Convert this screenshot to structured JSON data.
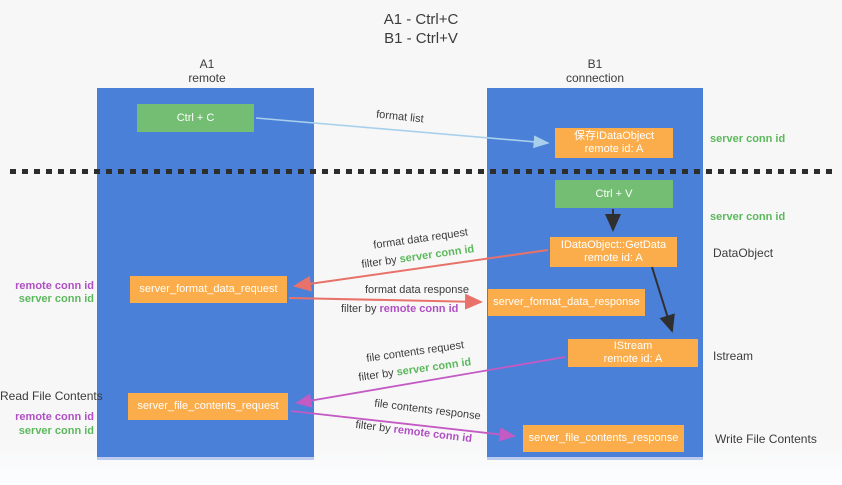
{
  "title": {
    "line1": "A1 - Ctrl+C",
    "line2": "B1 - Ctrl+V"
  },
  "lanes": {
    "left": {
      "name": "A1",
      "role": "remote"
    },
    "right": {
      "name": "B1",
      "role": "connection"
    }
  },
  "nodes": {
    "ctrl_c": {
      "label": "Ctrl + C"
    },
    "ctrl_v": {
      "label": "Ctrl + V"
    },
    "save_idataobject": {
      "line1": "保存IDataObject",
      "line2": "remote id: A"
    },
    "getdata": {
      "line1": "IDataObject::GetData",
      "line2": "remote id: A"
    },
    "istream": {
      "line1": "IStream",
      "line2": "remote id: A"
    },
    "format_request": {
      "label": "server_format_data_request"
    },
    "format_response": {
      "label": "server_format_data_response"
    },
    "file_request": {
      "label": "server_file_contents_request"
    },
    "file_response": {
      "label": "server_file_contents_response"
    }
  },
  "flow_labels": {
    "format_list": "format list",
    "format_data_request": "format data request",
    "format_data_response": "format data response",
    "file_contents_request": "file contents request",
    "file_contents_response": "file contents response",
    "filter_by": "filter by ",
    "server_conn_id": "server conn id",
    "remote_conn_id": "remote conn id"
  },
  "side_labels": {
    "server_conn_id_top": "server conn id",
    "server_conn_id_mid": "server conn id",
    "dataobject": "DataObject",
    "istream": "Istream",
    "write_file_contents": "Write File Contents",
    "read_file_contents": "Read File Contents",
    "remote_conn_id": "remote conn id",
    "server_conn_id": "server conn id"
  },
  "colors": {
    "lane_blue": "#4a80d8",
    "box_green": "#74be74",
    "box_orange": "#fbad4b",
    "green_text": "#5cb85c",
    "purple_text": "#b14fc4",
    "salmon_arrow": "#e8726a",
    "magenta_arrow": "#c45ac4",
    "light_blue_arrow": "#a8d0ec",
    "black_arrow": "#2f2f2f"
  }
}
